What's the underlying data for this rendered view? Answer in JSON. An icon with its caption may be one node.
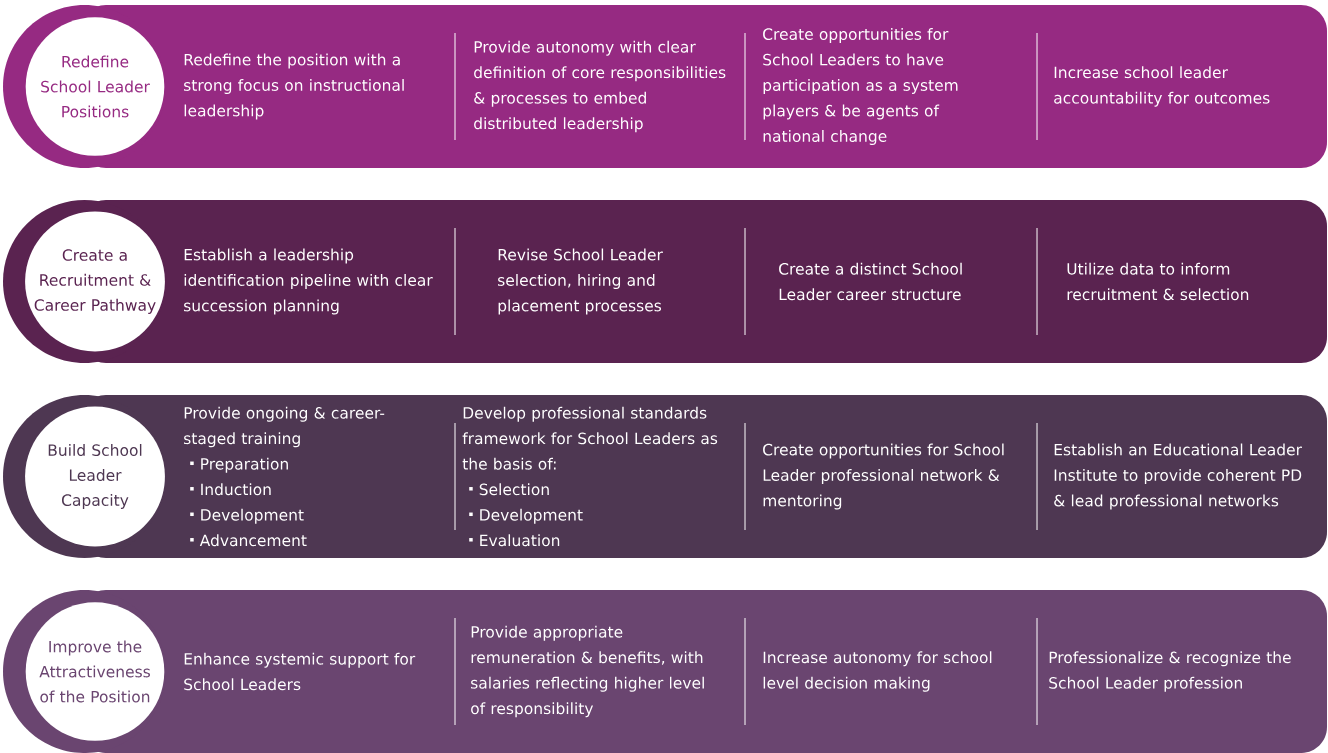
{
  "diagram": {
    "nodes": [
      {
        "text": [
          "Redefine the position with a strong focus on instructional leadership",
          "Provide autonomy with clear definition of core responsibilities & processes to embed distributed leadership",
          "Create opportunities for School Leaders to have participation as a system players & be agents of national change",
          "Increase school leader accountability for outcomes"
        ]
      },
      {
        "text": [
          "Redefine School Leader Positions"
        ]
      },
      {
        "text": [
          "Establish a leadership identification pipeline with clear succession planning",
          "Revise School Leader selection, hiring and placement processes",
          "Create a distinct School Leader career structure",
          "Utilize data to inform recruitment & selection"
        ]
      },
      {
        "text": [
          "Create a Recruitment & Career Pathway"
        ]
      },
      {
        "text": [
          "Provide ongoing & career-staged training",
          "Preparation",
          "Induction",
          "Development",
          "Advancement",
          "Develop professional standards framework for School Leaders as the basis of:",
          "Selection",
          "Development",
          "Evaluation",
          "Create opportunities for School Leader professional network & mentoring",
          "Establish an Educational Leader Institute to provide coherent PD & lead professional networks"
        ]
      },
      {
        "text": [
          "Build School Leader Capacity"
        ]
      },
      {
        "text": [
          "Enhance systemic support for School Leaders",
          "Provide appropriate remuneration & benefits, with salaries reflecting higher level of responsibility",
          "Increase autonomy for school level decision making",
          "Professionalize & recognize the School Leader profession"
        ]
      },
      {
        "text": [
          "Improve the Attractiveness of the Position"
        ]
      }
    ]
  }
}
